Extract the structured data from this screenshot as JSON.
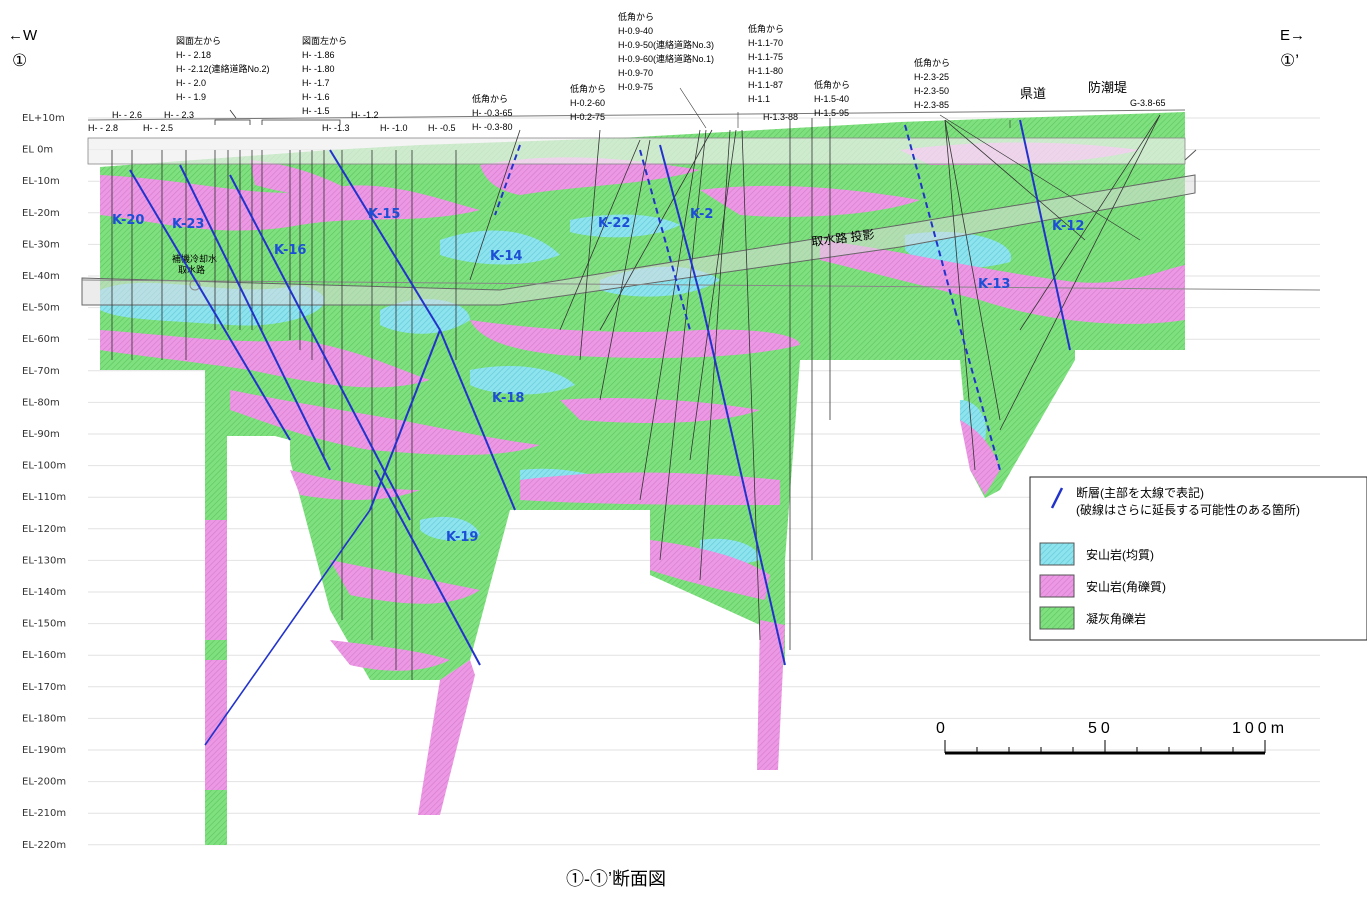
{
  "header": {
    "west_label": "←W",
    "west_mark": "①",
    "east_label": "E→",
    "east_mark": "①’"
  },
  "elevations": [
    "EL+10m",
    "EL 0m",
    "EL-10m",
    "EL-20m",
    "EL-30m",
    "EL-40m",
    "EL-50m",
    "EL-60m",
    "EL-70m",
    "EL-80m",
    "EL-90m",
    "EL-100m",
    "EL-110m",
    "EL-120m",
    "EL-130m",
    "EL-140m",
    "EL-150m",
    "EL-160m",
    "EL-170m",
    "EL-180m",
    "EL-190m",
    "EL-200m",
    "EL-210m",
    "EL-220m"
  ],
  "borehole_groups": {
    "g1": [
      "図面左から",
      "H- - 2.18",
      "H- -2.12(連絡道路No.2)",
      "H- - 2.0",
      "H- - 1.9"
    ],
    "g2": [
      "図面左から",
      "H- -1.86",
      "H- -1.80",
      "H- -1.7",
      "H- -1.6",
      "H- -1.5"
    ],
    "g3": [
      "低角から",
      "H- -0.3-65",
      "H- -0.3-80"
    ],
    "g4": [
      "低角から",
      "H-0.2-60",
      "H-0.2-75"
    ],
    "g5": [
      "低角から",
      "H-0.9-40",
      "H-0.9-50(連絡道路No.3)",
      "H-0.9-60(連絡道路No.1)",
      "H-0.9-70",
      "H-0.9-75"
    ],
    "g6": [
      "低角から",
      "H-1.1-70",
      "H-1.1-75",
      "H-1.1-80",
      "H-1.1-87",
      "H-1.1"
    ],
    "g7": [
      "低角から",
      "H-1.5-40",
      "H-1.5-95"
    ],
    "g8": [
      "低角から",
      "H-2.3-25",
      "H-2.3-50",
      "H-2.3-85"
    ]
  },
  "single_boreholes": {
    "h26": "H- - 2.6",
    "h28": "H- - 2.8",
    "h25": "H- - 2.5",
    "h23": "H- - 2.3",
    "h12": "H- -1.2",
    "h13": "H- -1.3",
    "h10": "H- -1.0",
    "h05": "H- -0.5",
    "h1388": "H-1.3-88",
    "g3865": "G-3.8-65"
  },
  "structures": {
    "prefectural_road": "県道",
    "seawall": "防潮堤",
    "intake_projection": "取水路 投影",
    "cooling_intake_line1": "補機冷却水",
    "cooling_intake_line2": "取水路"
  },
  "faults": [
    "K-20",
    "K-23",
    "K-16",
    "K-15",
    "K-14",
    "K-18",
    "K-19",
    "K-22",
    "K-2",
    "K-13",
    "K-12"
  ],
  "legend": {
    "fault_line1": "断層(主部を太線で表記)",
    "fault_line2": "(破線はさらに延長する可能性のある箇所)",
    "andesite_homogeneous": "安山岩(均質)",
    "andesite_breccia": "安山岩(角礫質)",
    "tuff_breccia": "凝灰角礫岩"
  },
  "colors": {
    "andesite_homogeneous": "#7ddcea",
    "andesite_breccia": "#e98fe0",
    "tuff_breccia": "#7fe07f",
    "fault": "#2233cc"
  },
  "scale_bar": {
    "labels": [
      "0",
      "50",
      "100m"
    ]
  },
  "caption": "①-①’断面図"
}
